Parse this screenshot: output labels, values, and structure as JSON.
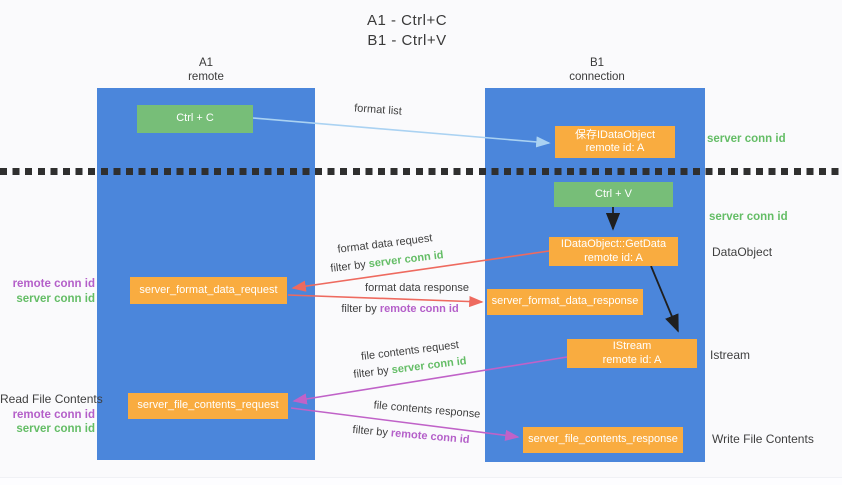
{
  "title": {
    "line1": "A1 - Ctrl+C",
    "line2": "B1 - Ctrl+V"
  },
  "lanes": {
    "left": {
      "name": "A1",
      "subtitle": "remote"
    },
    "right": {
      "name": "B1",
      "subtitle": "connection"
    }
  },
  "nodes": {
    "ctrl_c": {
      "label": "Ctrl + C"
    },
    "save_idataobject": {
      "line1": "保存IDataObject",
      "line2": "remote id: A"
    },
    "ctrl_v": {
      "label": "Ctrl + V"
    },
    "getdata": {
      "line1": "IDataObject::GetData",
      "line2": "remote id: A"
    },
    "format_request": {
      "label": "server_format_data_request"
    },
    "format_response": {
      "label": "server_format_data_response"
    },
    "istream": {
      "line1": "IStream",
      "line2": "remote id: A"
    },
    "file_request": {
      "label": "server_file_contents_request"
    },
    "file_response": {
      "label": "server_file_contents_response"
    }
  },
  "edge_labels": {
    "format_list": "format list",
    "format_data_request": "format data request",
    "format_data_response": "format data response",
    "file_contents_request": "file contents request",
    "file_contents_response": "file contents response",
    "filter_by": "filter by ",
    "server_conn_id": "server conn id",
    "remote_conn_id": "remote conn id"
  },
  "side_labels": {
    "left": {
      "remote_conn_id_top": "remote conn id",
      "server_conn_id_top": "server conn id",
      "read_file_contents": "Read File Contents",
      "remote_conn_id_bottom": "remote conn id",
      "server_conn_id_bottom": "server conn id"
    },
    "right": {
      "server_conn_id_top": "server conn id",
      "server_conn_id_mid": "server conn id",
      "dataobject": "DataObject",
      "istream": "Istream",
      "write_file_contents": "Write File Contents"
    }
  },
  "colors": {
    "lane_blue": "#4b86db",
    "node_green": "#77be78",
    "node_orange": "#f9ac40",
    "arrow_red": "#ee6a5f",
    "arrow_purple": "#c062c8",
    "arrow_lightblue": "#aad2f2",
    "arrow_black": "#1f1f1f",
    "text_green": "#64bd66",
    "text_purple": "#b45fc9",
    "text_gray": "#3f3f3f"
  }
}
